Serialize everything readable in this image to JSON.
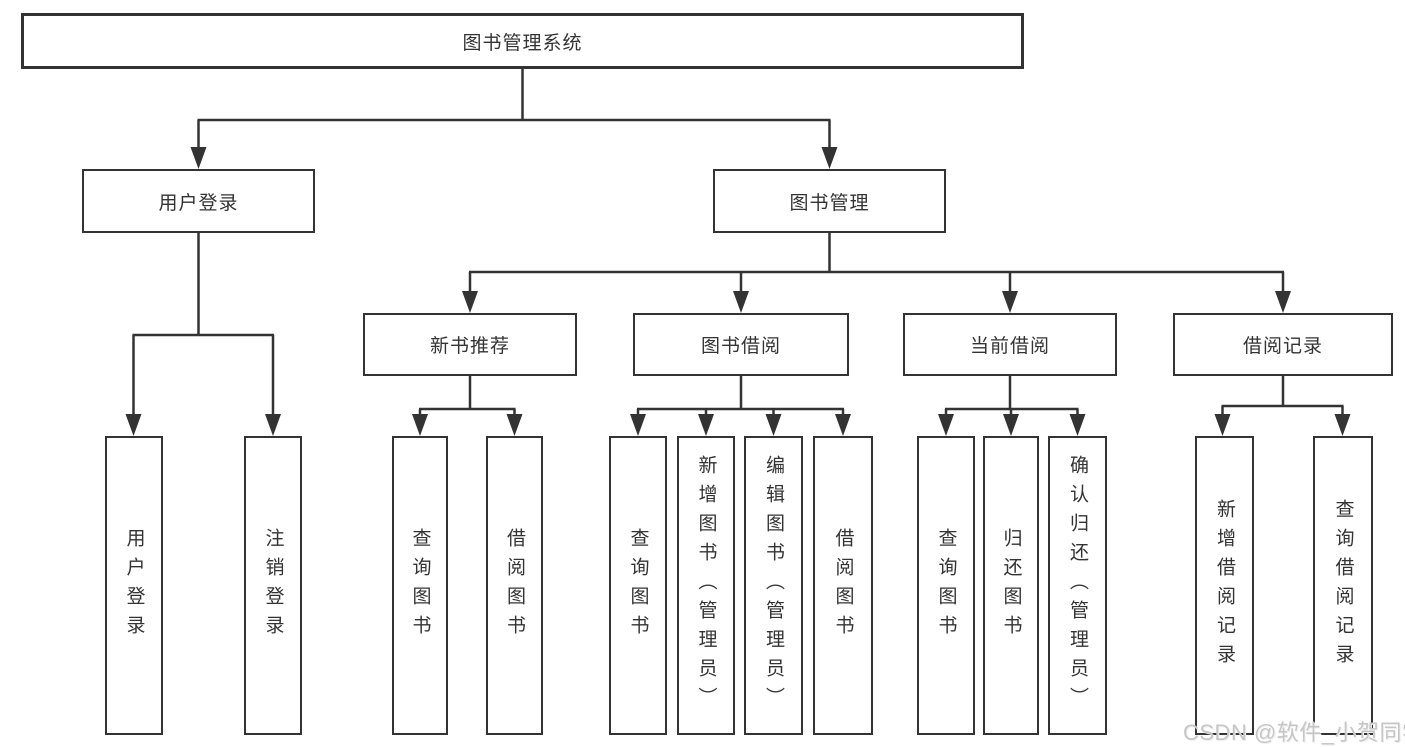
{
  "diagram": {
    "root": {
      "label": "图书管理系统"
    },
    "branches": [
      {
        "label": "用户登录",
        "children": [
          {
            "label": "用户登录"
          },
          {
            "label": "注销登录"
          }
        ]
      },
      {
        "label": "图书管理",
        "children": [
          {
            "label": "新书推荐",
            "children": [
              {
                "label": "查询图书"
              },
              {
                "label": "借阅图书"
              }
            ]
          },
          {
            "label": "图书借阅",
            "children": [
              {
                "label": "查询图书"
              },
              {
                "label": "新增图书（管理员）"
              },
              {
                "label": "编辑图书（管理员）"
              },
              {
                "label": "借阅图书"
              }
            ]
          },
          {
            "label": "当前借阅",
            "children": [
              {
                "label": "查询图书"
              },
              {
                "label": "归还图书"
              },
              {
                "label": "确认归还（管理员）"
              }
            ]
          },
          {
            "label": "借阅记录",
            "children": [
              {
                "label": "新增借阅记录"
              },
              {
                "label": "查询借阅记录"
              }
            ]
          }
        ]
      }
    ]
  },
  "watermark": {
    "text": "CSDN @软件_小贺同学"
  },
  "colors": {
    "line": "#333333",
    "text": "#333333",
    "background": "#ffffff",
    "watermark": "#c6c6c6"
  }
}
